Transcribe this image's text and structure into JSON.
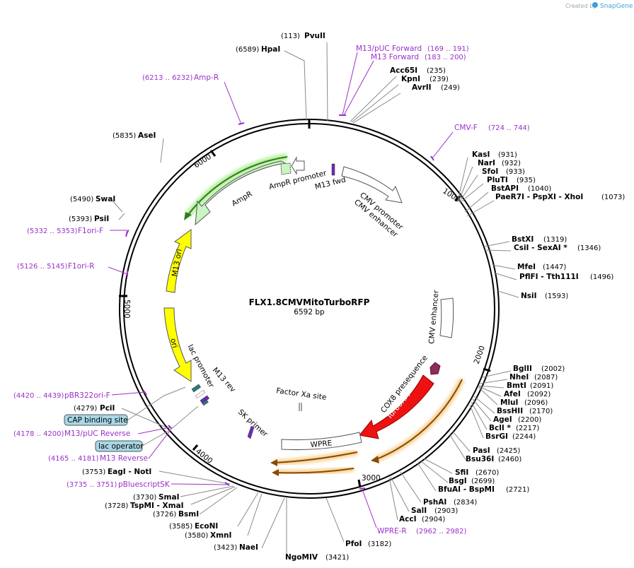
{
  "watermark": {
    "created_by": "Created by",
    "brand": "SnapGene"
  },
  "plasmid": {
    "name": "FLX1.8CMVMitoTurboRFP",
    "size": "6592 bp"
  },
  "ticks": [
    "1000",
    "2000",
    "3000",
    "4000",
    "5000",
    "6000"
  ],
  "sites": [
    {
      "id": "pvuii",
      "name": "PvuII",
      "pos": "(113)"
    },
    {
      "id": "hpai",
      "name": "HpaI",
      "pos": "(6589)"
    },
    {
      "id": "acc65i",
      "name": "Acc65I",
      "pos": "(235)"
    },
    {
      "id": "kpni",
      "name": "KpnI",
      "pos": "(239)"
    },
    {
      "id": "avrii",
      "name": "AvrII",
      "pos": "(249)"
    },
    {
      "id": "kasi",
      "name": "KasI",
      "pos": "(931)"
    },
    {
      "id": "nari",
      "name": "NarI",
      "pos": "(932)"
    },
    {
      "id": "sfoi",
      "name": "SfoI",
      "pos": "(933)"
    },
    {
      "id": "pluti",
      "name": "PluTI",
      "pos": "(935)"
    },
    {
      "id": "bstapi",
      "name": "BstAPI",
      "pos": "(1040)"
    },
    {
      "id": "paer7i",
      "name": "PaeR7I - PspXI - XhoI",
      "pos": "(1073)"
    },
    {
      "id": "bstxi",
      "name": "BstXI",
      "pos": "(1319)"
    },
    {
      "id": "csii",
      "name": "CsiI - SexAI *",
      "pos": "(1346)"
    },
    {
      "id": "mfei",
      "name": "MfeI",
      "pos": "(1447)"
    },
    {
      "id": "pflfi",
      "name": "PflFI - Tth111I",
      "pos": "(1496)"
    },
    {
      "id": "nsii",
      "name": "NsiI",
      "pos": "(1593)"
    },
    {
      "id": "bglii",
      "name": "BglII",
      "pos": "(2002)"
    },
    {
      "id": "nhei",
      "name": "NheI",
      "pos": "(2087)"
    },
    {
      "id": "bmti",
      "name": "BmtI",
      "pos": "(2091)"
    },
    {
      "id": "afei",
      "name": "AfeI",
      "pos": "(2092)"
    },
    {
      "id": "mlui",
      "name": "MluI",
      "pos": "(2096)"
    },
    {
      "id": "bsshii",
      "name": "BssHII",
      "pos": "(2170)"
    },
    {
      "id": "agei",
      "name": "AgeI",
      "pos": "(2200)"
    },
    {
      "id": "bcli",
      "name": "BclI *",
      "pos": "(2217)"
    },
    {
      "id": "bsrgi",
      "name": "BsrGI",
      "pos": "(2244)"
    },
    {
      "id": "pasi",
      "name": "PasI",
      "pos": "(2425)"
    },
    {
      "id": "bsu36i",
      "name": "Bsu36I",
      "pos": "(2460)"
    },
    {
      "id": "sfii",
      "name": "SfiI",
      "pos": "(2670)"
    },
    {
      "id": "bsgi",
      "name": "BsgI",
      "pos": "(2699)"
    },
    {
      "id": "bfuai",
      "name": "BfuAI - BspMI",
      "pos": "(2721)"
    },
    {
      "id": "pshai",
      "name": "PshAI",
      "pos": "(2834)"
    },
    {
      "id": "sali",
      "name": "SalI",
      "pos": "(2903)"
    },
    {
      "id": "acci",
      "name": "AccI",
      "pos": "(2904)"
    },
    {
      "id": "pfoi",
      "name": "PfoI",
      "pos": "(3182)"
    },
    {
      "id": "ngomiv",
      "name": "NgoMIV",
      "pos": "(3421)"
    },
    {
      "id": "naei",
      "name": "NaeI",
      "pos": "(3423)"
    },
    {
      "id": "xmni",
      "name": "XmnI",
      "pos": "(3580)"
    },
    {
      "id": "econi",
      "name": "EcoNI",
      "pos": "(3585)"
    },
    {
      "id": "bsmi",
      "name": "BsmI",
      "pos": "(3726)"
    },
    {
      "id": "tspmi",
      "name": "TspMI - XmaI",
      "pos": "(3728)"
    },
    {
      "id": "smai",
      "name": "SmaI",
      "pos": "(3730)"
    },
    {
      "id": "eagi",
      "name": "EagI - NotI",
      "pos": "(3753)"
    },
    {
      "id": "pcii",
      "name": "PciI",
      "pos": "(4279)"
    },
    {
      "id": "psii",
      "name": "PsiI",
      "pos": "(5393)"
    },
    {
      "id": "swai",
      "name": "SwaI",
      "pos": "(5490)"
    },
    {
      "id": "asei",
      "name": "AseI",
      "pos": "(5835)"
    }
  ],
  "primers": [
    {
      "id": "m13puc-fwd",
      "name": "M13/pUC Forward",
      "range": "(169 .. 191)"
    },
    {
      "id": "m13-fwd",
      "name": "M13 Forward",
      "range": "(183 .. 200)"
    },
    {
      "id": "amp-r",
      "name": "Amp-R",
      "range": "(6213 .. 6232)"
    },
    {
      "id": "cmv-f",
      "name": "CMV-F",
      "range": "(724 .. 744)"
    },
    {
      "id": "f1ori-f",
      "name": "F1ori-F",
      "range": "(5332 .. 5353)"
    },
    {
      "id": "f1ori-r",
      "name": "F1ori-R",
      "range": "(5126 .. 5145)"
    },
    {
      "id": "pbr322ori-f",
      "name": "pBR322ori-F",
      "range": "(4420 .. 4439)"
    },
    {
      "id": "m13puc-rev",
      "name": "M13/pUC Reverse",
      "range": "(4178 .. 4200)"
    },
    {
      "id": "m13-rev",
      "name": "M13 Reverse",
      "range": "(4165 .. 4181)"
    },
    {
      "id": "pbluescriptsk",
      "name": "pBluescriptSK",
      "range": "(3735 .. 3751)"
    },
    {
      "id": "wpre-r",
      "name": "WPRE-R",
      "range": "(2962 .. 2982)"
    }
  ],
  "features": {
    "amppromoter": "AmpR promoter",
    "ampr": "AmpR",
    "m13fwd": "M13 fwd",
    "cmvpromoter": "CMV promoter",
    "cmvenhancer": "CMV enhancer",
    "cmvenhancer2": "CMV enhancer",
    "m13ori": "M13 ori",
    "ori": "ori",
    "lacpromoter": "lac promoter",
    "m13rev": "M13 rev",
    "cox8": "COX8 presequence",
    "turborfp": "TurboRFP",
    "factorxa": "Factor Xa site",
    "skprimer": "SK primer",
    "wpre": "WPRE"
  },
  "boxed": {
    "cap": "CAP binding site",
    "lacop": "lac operator"
  }
}
